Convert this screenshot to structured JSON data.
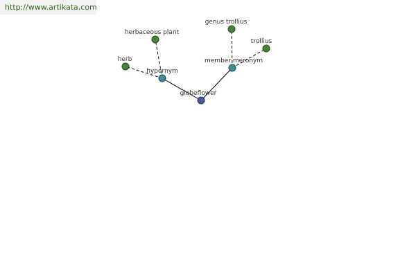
{
  "banner": {
    "url": "http://www.artikata.com"
  },
  "colors": {
    "leaf": "#4a7f3c",
    "relation": "#3f8a92",
    "root": "#4a5a9a",
    "edge": "#000000",
    "banner_text": "#2f6b1f"
  },
  "nodes": {
    "globeflower": "globeflower",
    "hypernym": "hypernym",
    "member_meronym": "member meronym",
    "herbaceous_plant": "herbaceous plant",
    "herb": "herb",
    "genus_trollius": "genus trollius",
    "trollius": "trollius"
  }
}
